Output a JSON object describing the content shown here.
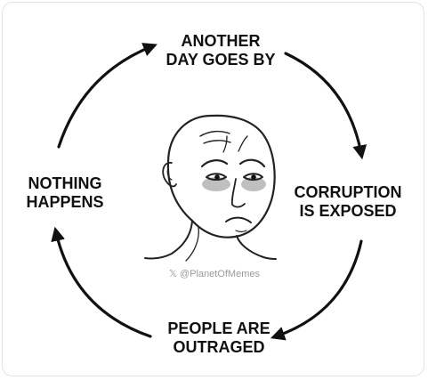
{
  "cycle": {
    "top": {
      "line1": "ANOTHER",
      "line2": "DAY GOES BY"
    },
    "right": {
      "line1": "CORRUPTION",
      "line2": "IS EXPOSED"
    },
    "bottom": {
      "line1": "PEOPLE ARE",
      "line2": "OUTRAGED"
    },
    "left": {
      "line1": "NOTHING",
      "line2": "HAPPENS"
    }
  },
  "center_image": {
    "icon": "sad-wojak-face-icon"
  },
  "watermark": {
    "platform_glyph": "𝕏",
    "handle": "@PlanetOfMemes"
  },
  "colors": {
    "text": "#111111",
    "arrow": "#111111",
    "watermark": "#9a9a9a",
    "background": "#ffffff"
  }
}
